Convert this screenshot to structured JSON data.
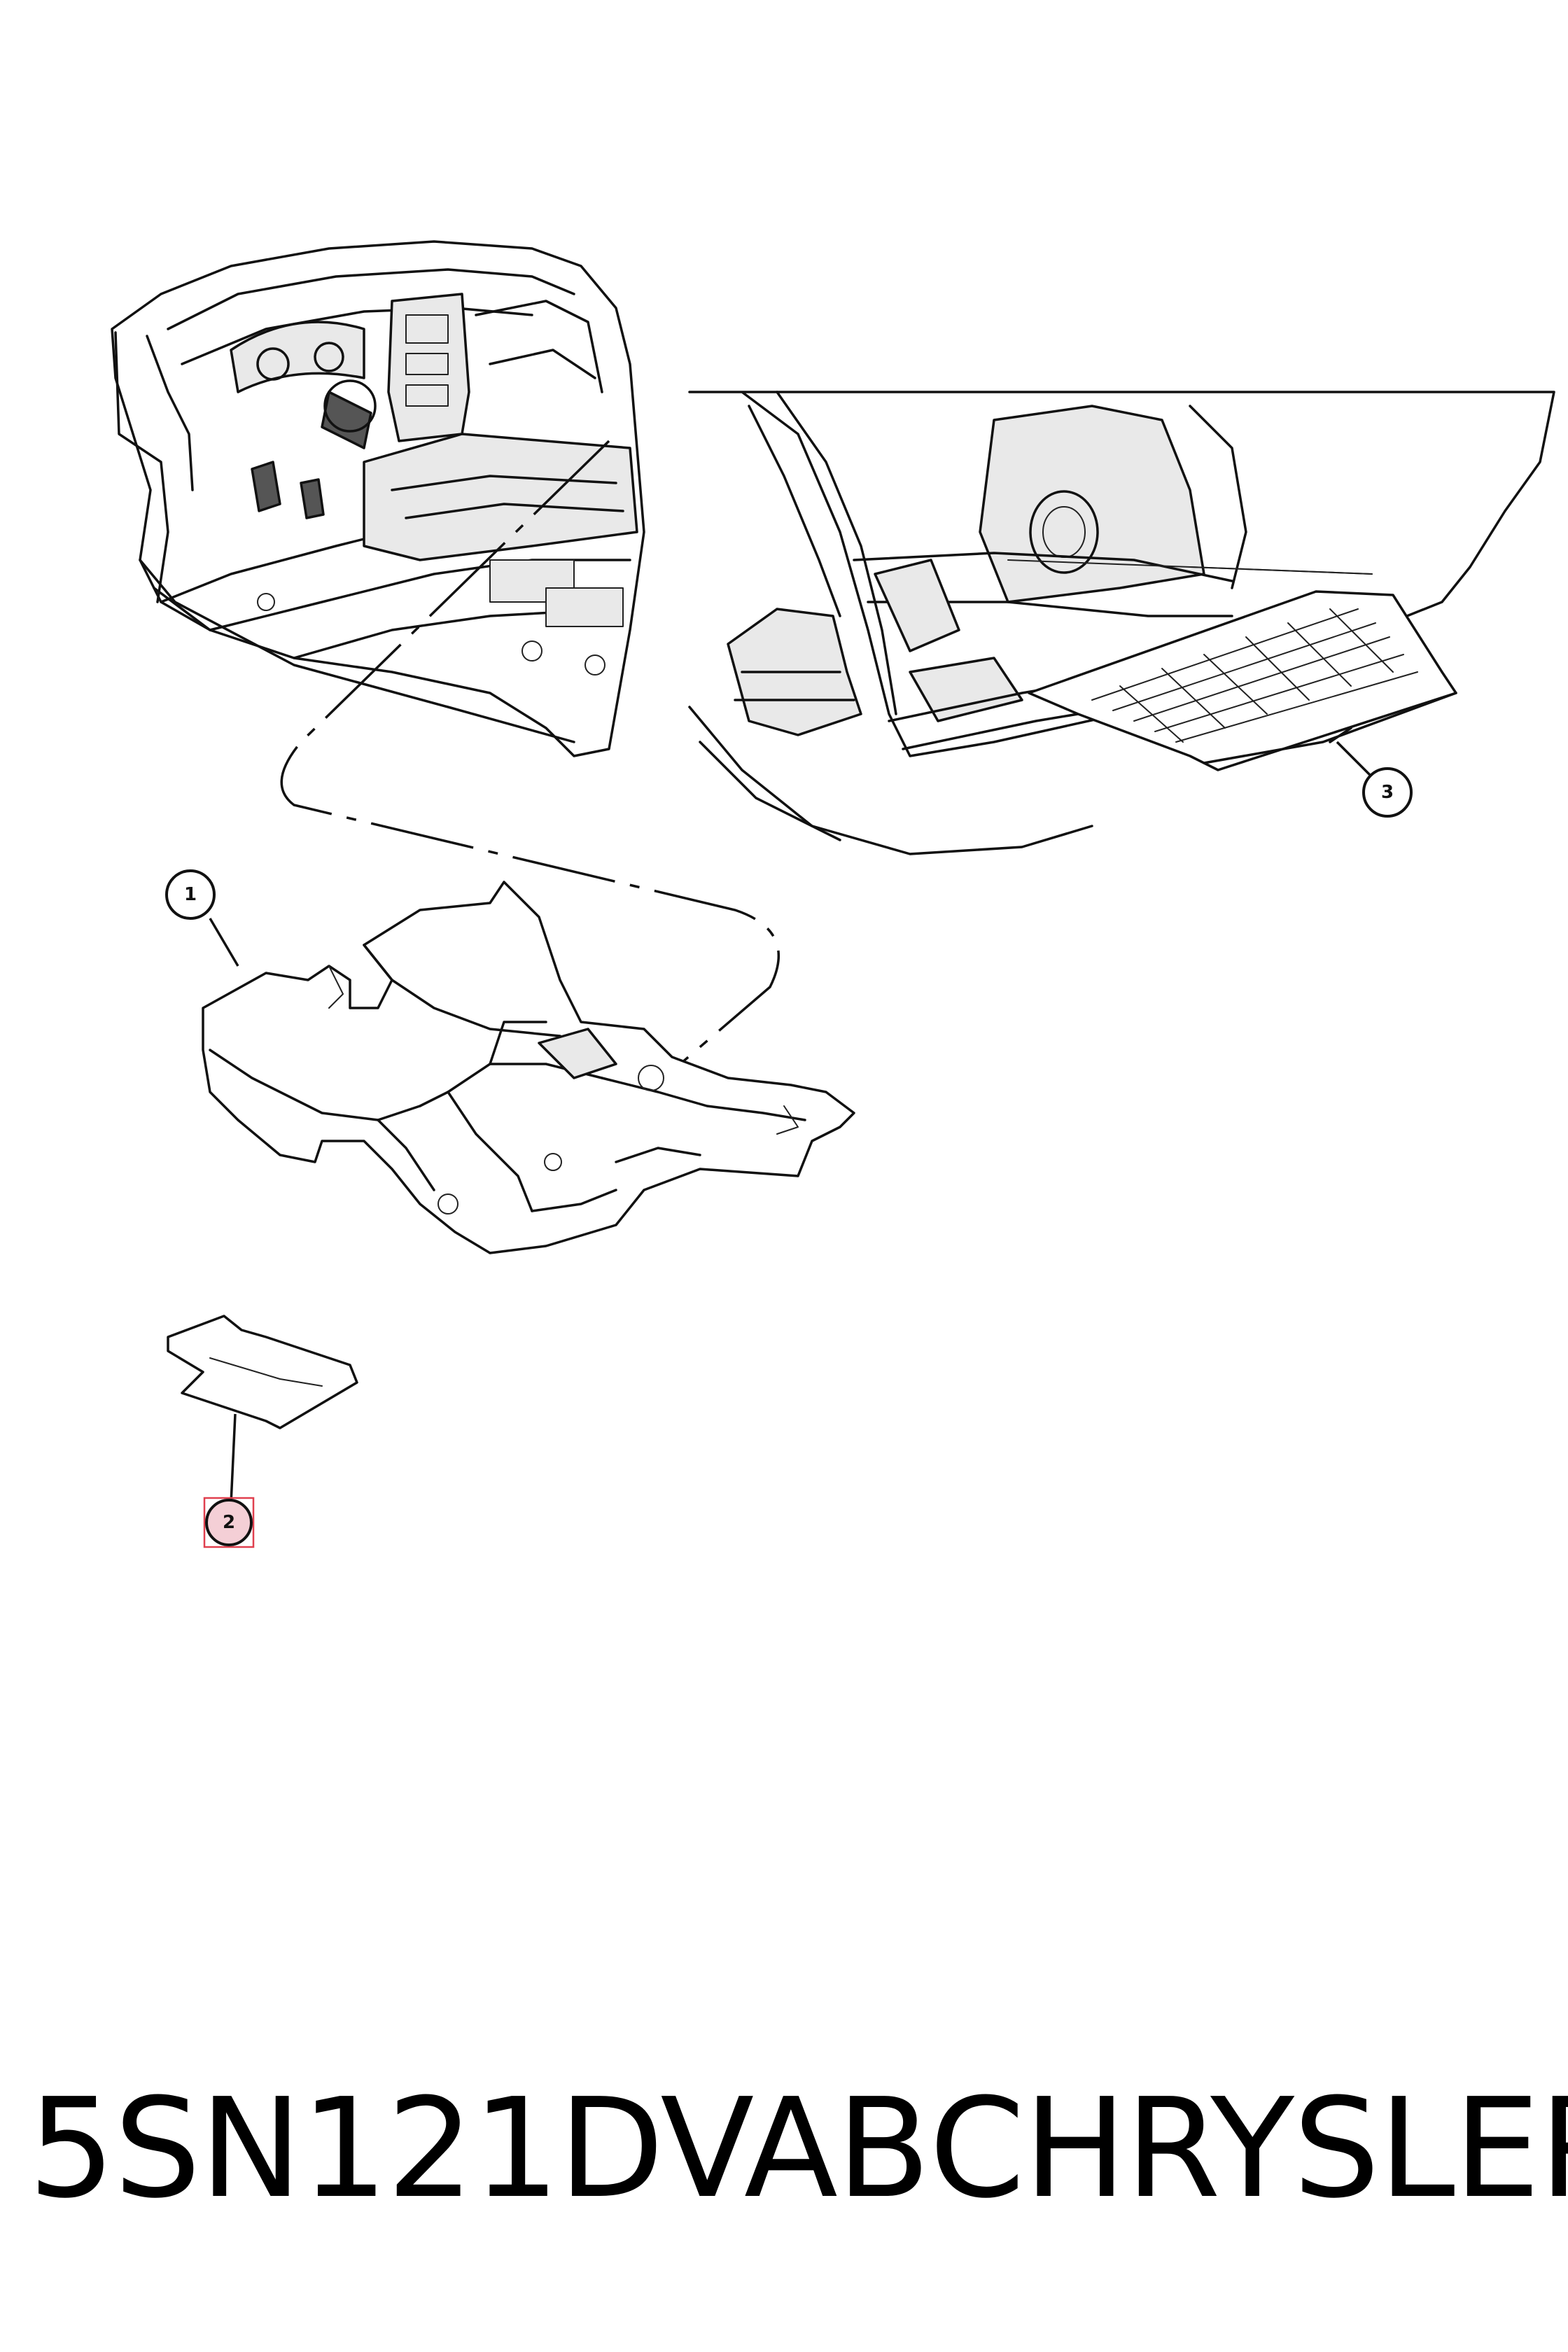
{
  "callouts": [
    {
      "id": "1",
      "label": "1"
    },
    {
      "id": "2",
      "label": "2",
      "highlighted": true
    },
    {
      "id": "3",
      "label": "3"
    }
  ],
  "caption": {
    "part_number": "5SN121DVAB",
    "brand": "CHRYSLER"
  },
  "colors": {
    "line": "#111111",
    "background": "#ffffff",
    "highlight": "#e0404f",
    "highlight_fill": "#f4cfd6"
  },
  "icons": [
    "front-interior-illustration",
    "cargo-area-illustration",
    "floor-carpet-illustration",
    "floor-mat-illustration",
    "cargo-mat-illustration"
  ]
}
